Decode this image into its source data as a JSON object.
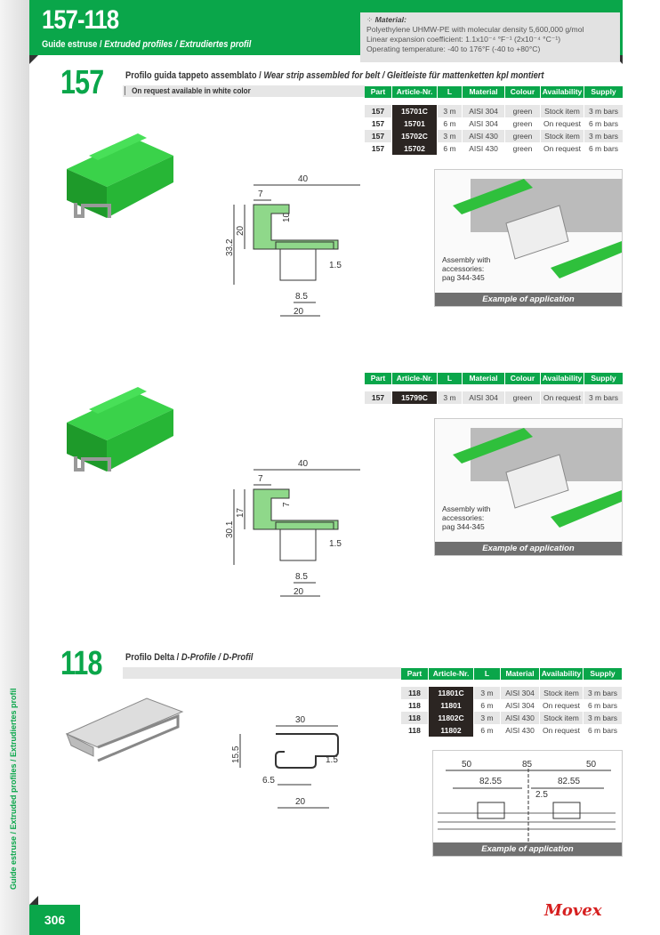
{
  "header": {
    "title": "157-118",
    "subtitle_it": "Guide estruse / ",
    "subtitle_en": "Extruded profiles / Extrudiertes profil"
  },
  "material": {
    "icon": "molecule-icon",
    "label": "Material:",
    "line1": "Polyethylene UHMW-PE with molecular density 5,600,000 g/mol",
    "line2": "Linear expansion coefficient: 1.1x10⁻⁴ °F⁻¹ (2x10⁻⁴ °C⁻¹)",
    "line3": "Operating temperature: -40 to 176°F (-40 to +80°C)"
  },
  "s157": {
    "number": "157",
    "title_it": "Profilo guida tappeto assemblato / ",
    "title_rest": "Wear strip assembled for belt / Gleitleiste für mattenketten kpl montiert",
    "note": "On request available in white color",
    "headers": [
      "Part",
      "Article-Nr.",
      "L",
      "Material",
      "Colour",
      "Availability",
      "Supply"
    ],
    "rows": [
      [
        "157",
        "15701C",
        "3 m",
        "AISI 304",
        "green",
        "Stock item",
        "3 m bars"
      ],
      [
        "157",
        "15701",
        "6 m",
        "AISI 304",
        "green",
        "On request",
        "6 m bars"
      ],
      [
        "157",
        "15702C",
        "3 m",
        "AISI 430",
        "green",
        "Stock item",
        "3 m bars"
      ],
      [
        "157",
        "15702",
        "6 m",
        "AISI 430",
        "green",
        "On request",
        "6 m bars"
      ]
    ],
    "rows2": [
      [
        "157",
        "15799C",
        "3 m",
        "AISI 304",
        "green",
        "On request",
        "3 m bars"
      ]
    ],
    "dims1": [
      "40",
      "7",
      "10",
      "20",
      "33.2",
      "1.5",
      "8.5",
      "20"
    ],
    "dims2": [
      "40",
      "7",
      "7",
      "17",
      "30.1",
      "1.5",
      "8.5",
      "20"
    ],
    "assembly": [
      "Assembly with",
      "accessories:",
      "pag  344-345"
    ],
    "caption": "Example of application"
  },
  "s118": {
    "number": "118",
    "title_it": "Profilo Delta / ",
    "title_rest": "D-Profile / D-Profil",
    "headers": [
      "Part",
      "Article-Nr.",
      "L",
      "Material",
      "Availability",
      "Supply"
    ],
    "rows": [
      [
        "118",
        "11801C",
        "3 m",
        "AISI 304",
        "Stock item",
        "3 m bars"
      ],
      [
        "118",
        "11801",
        "6 m",
        "AISI 304",
        "On request",
        "6 m bars"
      ],
      [
        "118",
        "11802C",
        "3 m",
        "AISI 430",
        "Stock item",
        "3 m bars"
      ],
      [
        "118",
        "11802",
        "6 m",
        "AISI 430",
        "On request",
        "6 m bars"
      ]
    ],
    "dims": [
      "30",
      "15.5",
      "1.5",
      "6.5",
      "20"
    ],
    "app_dims": [
      "50",
      "85",
      "50",
      "82.55",
      "82.55",
      "2.5"
    ],
    "caption": "Example of application"
  },
  "footer": {
    "page": "306",
    "side_text": "Guide estruse / Extruded profiles / Extrudiertes profil",
    "brand": "Movex"
  }
}
